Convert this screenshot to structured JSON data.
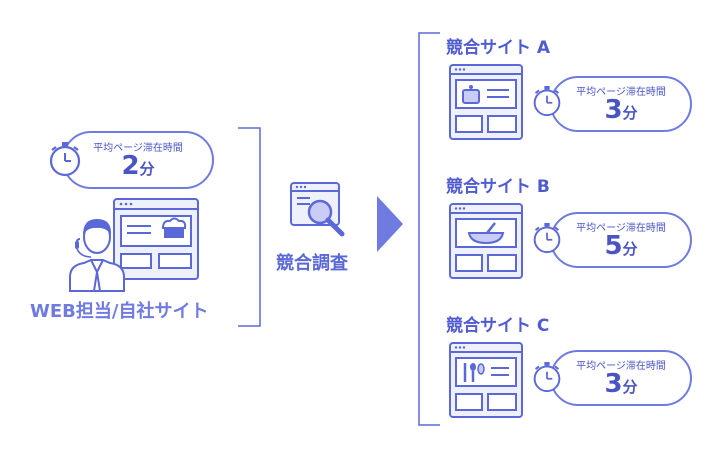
{
  "own_site": {
    "label": "WEB担当/自社サイト",
    "stat_label": "平均ページ滞在時間",
    "stat_value": "2",
    "stat_unit": "分"
  },
  "center": {
    "label": "競合調査"
  },
  "competitors": [
    {
      "name": "競合サイト A",
      "stat_label": "平均ページ滞在時間",
      "stat_value": "3",
      "stat_unit": "分"
    },
    {
      "name": "競合サイト B",
      "stat_label": "平均ページ滞在時間",
      "stat_value": "5",
      "stat_unit": "分"
    },
    {
      "name": "競合サイト C",
      "stat_label": "平均ページ滞在時間",
      "stat_value": "3",
      "stat_unit": "分"
    }
  ],
  "colors": {
    "primary": "#5b68d8",
    "light": "#c9cdf5",
    "bg": "#eef0fc"
  }
}
